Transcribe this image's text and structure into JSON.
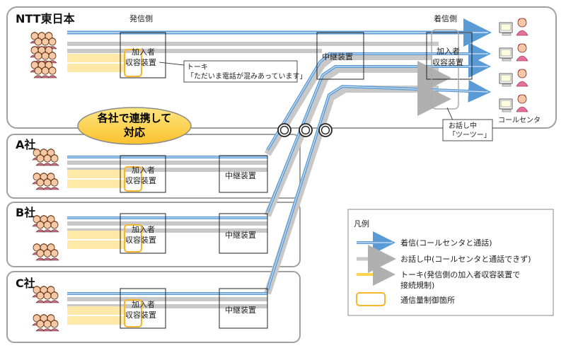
{
  "ntt": {
    "label": "NTT東日本",
    "origin_label": "発信側",
    "dest_label": "着信側",
    "relay_label": "中継装置",
    "subscriber_line1": "加入者",
    "subscriber_line2": "収容装置",
    "dest_sub_line1": "加入者",
    "dest_sub_line2": "収容装置"
  },
  "callout": {
    "line1": "トーキ",
    "line2": "「ただいま電話が混みあっています」"
  },
  "busy_callout": {
    "line1": "お話し中",
    "line2": "「ツーツー」"
  },
  "callcenter_label": "コールセンタ",
  "cooperation": {
    "line1": "各社で連携して",
    "line2": "対応"
  },
  "companies": [
    {
      "label": "A社",
      "sub1": "加入者",
      "sub2": "収容装置",
      "relay": "中継装置"
    },
    {
      "label": "B社",
      "sub1": "加入者",
      "sub2": "収容装置",
      "relay": "中継装置"
    },
    {
      "label": "C社",
      "sub1": "加入者",
      "sub2": "収容装置",
      "relay": "中継装置"
    }
  ],
  "legend": {
    "title": "凡例",
    "items": [
      {
        "label": "着信(コールセンタと通話)"
      },
      {
        "label": "お話し中(コールセンタと通話できず)"
      },
      {
        "label_line1": "トーキ(発信側の加入者収容装置で",
        "label_line2": "接続規制)"
      },
      {
        "label": "通信量制御箇所"
      }
    ]
  },
  "colors": {
    "blue": "#5b9bd5",
    "gray": "#c8c8c8",
    "yellow": "#ffe9a8",
    "orange": "#f7b52b",
    "ellipse_fill": "#ffd54f",
    "panel_border": "#a0a0a0"
  }
}
